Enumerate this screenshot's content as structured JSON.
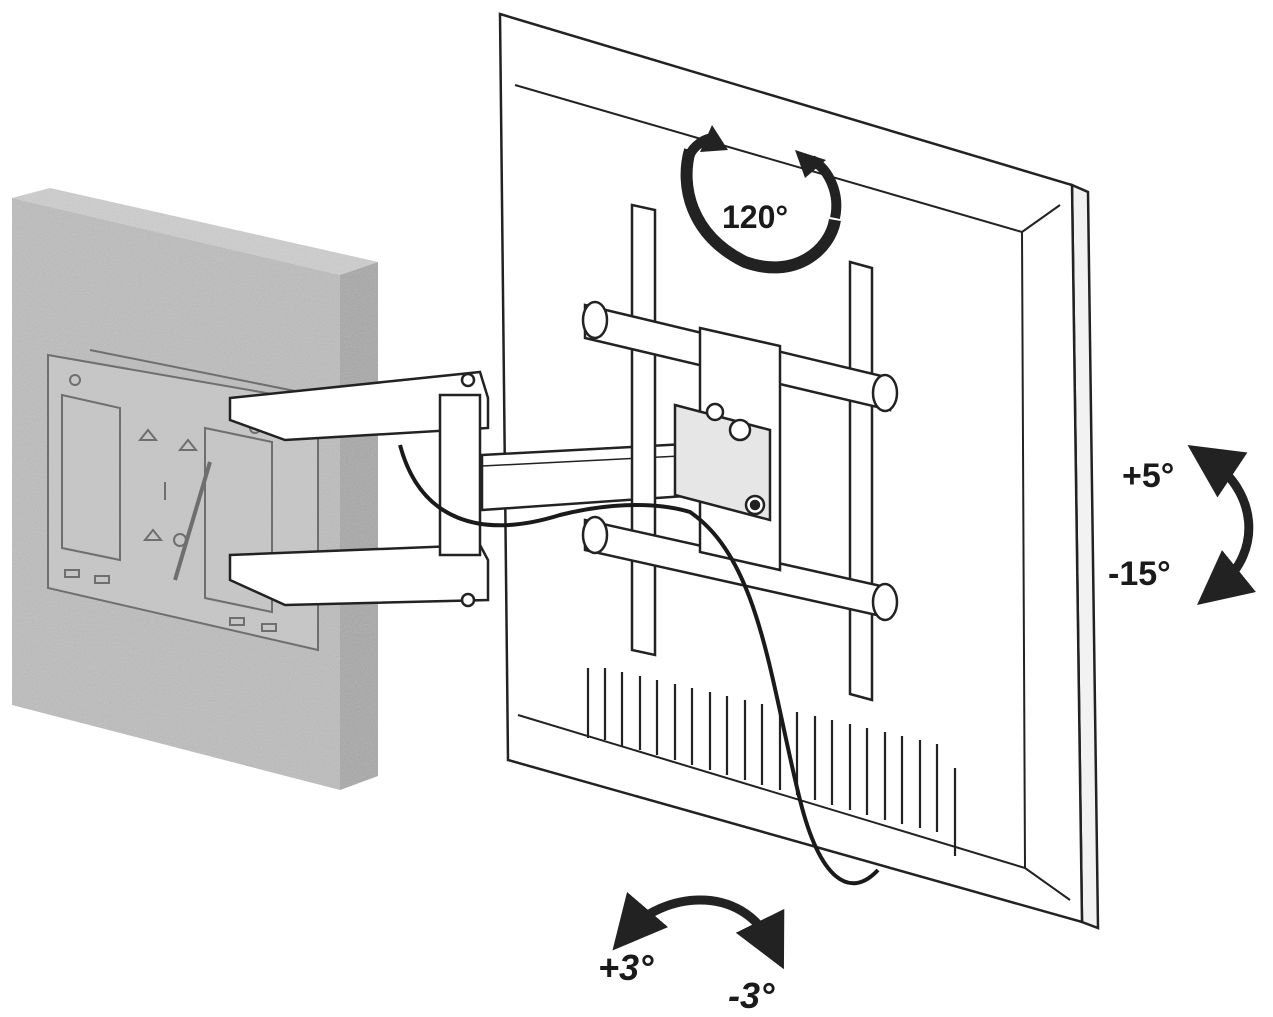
{
  "diagram": {
    "labels": {
      "swivel": "120°",
      "tilt_up": "+5°",
      "tilt_down": "-15°",
      "level_plus": "+3°",
      "level_minus": "-3°"
    },
    "icons": {
      "swivel": "rotate-both-ways-icon",
      "tilt": "curved-double-arrow-icon",
      "level": "curved-double-arrow-icon"
    },
    "colors": {
      "line": "#222222",
      "wall": "#bdbdbd",
      "wall_side": "#a7a7a7",
      "wall_top": "#cfcfcf",
      "paper": "#ffffff"
    }
  }
}
